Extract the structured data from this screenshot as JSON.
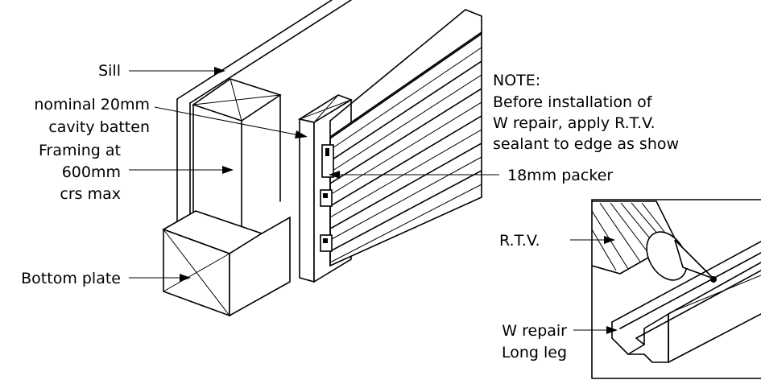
{
  "labels": {
    "sill": "Sill",
    "batten_line1": "nominal 20mm",
    "batten_line2": "cavity batten",
    "framing_line1": "Framing at",
    "framing_line2": "600mm",
    "framing_line3": "crs max",
    "bottom_plate": "Bottom plate",
    "packer": "18mm packer",
    "rtv": "R.T.V.",
    "wrepair_line1": "W repair",
    "wrepair_line2": "Long leg"
  },
  "note": {
    "heading": "NOTE:",
    "line1": "Before installation of",
    "line2": "W repair, apply R.T.V.",
    "line3": "sealant to edge as show"
  }
}
